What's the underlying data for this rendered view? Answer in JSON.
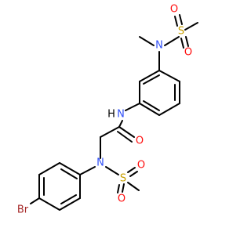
{
  "molecule": {
    "atoms": {
      "N_top": "N",
      "S_top": "S",
      "O_top1": "O",
      "O_top2": "O",
      "NH": "H",
      "N_amide": "N",
      "O_amide": "O",
      "N_mid": "N",
      "S_mid": "S",
      "O_mid1": "O",
      "O_mid2": "O",
      "Br": "Br"
    },
    "colors": {
      "bond": "#000000",
      "N": "#3050F8",
      "O": "#FF0D0D",
      "S": "#C8A000",
      "Br": "#A62929"
    }
  }
}
